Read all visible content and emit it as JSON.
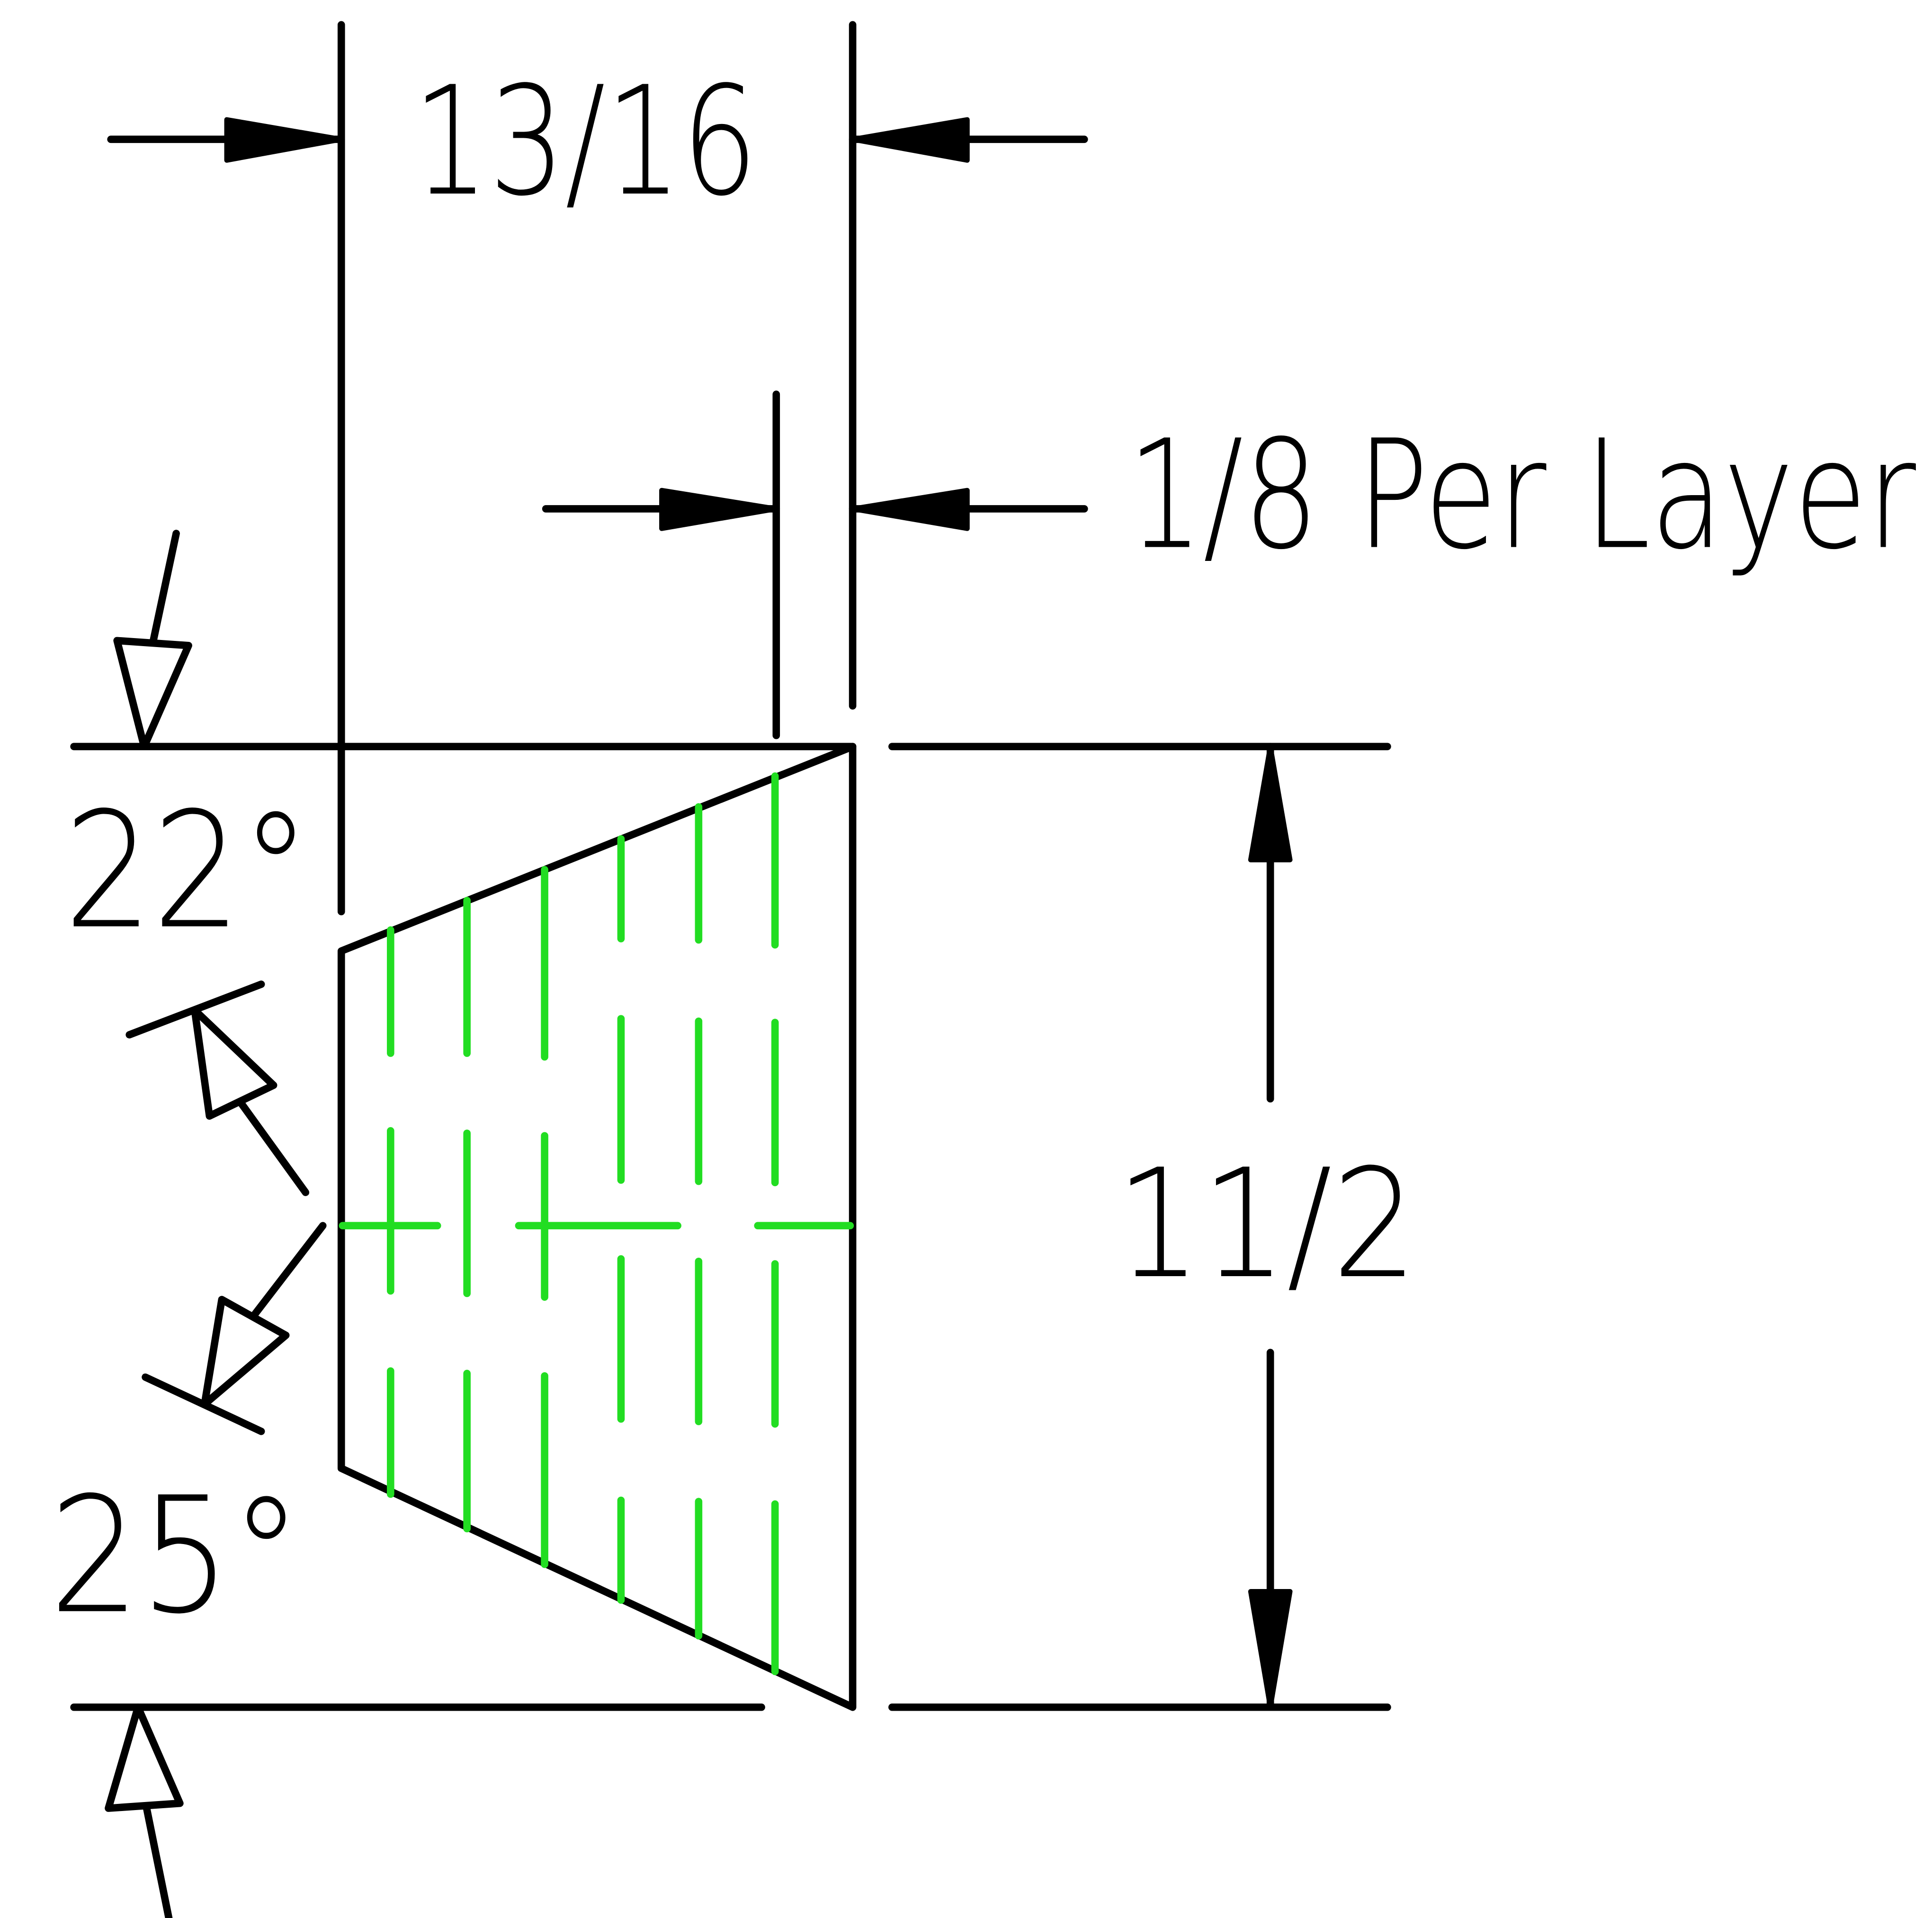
{
  "colors": {
    "line": "#000000",
    "hatch": "#22dd22",
    "background": "#ffffff"
  },
  "labels": {
    "top_width": "13/16",
    "per_layer": "1/8 Per Layer",
    "height": "11/2",
    "angle_top": "22°",
    "angle_bottom": "25°"
  }
}
